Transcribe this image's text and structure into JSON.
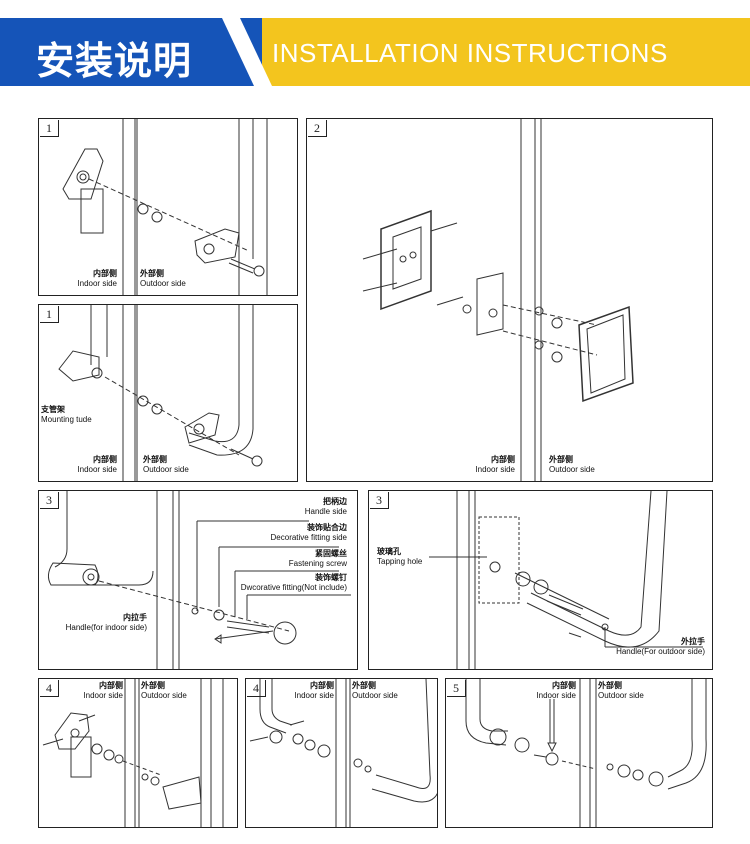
{
  "header": {
    "title_cn": "安装说明",
    "title_en": "INSTALLATION INSTRUCTIONS",
    "blue": "#1554b8",
    "yellow": "#f3c51e"
  },
  "panels": {
    "p1a": {
      "step": "1",
      "indoor_cn": "内部侧",
      "indoor_en": "Indoor side",
      "outdoor_cn": "外部侧",
      "outdoor_en": "Outdoor side"
    },
    "p1b": {
      "step": "1",
      "tube_cn": "支管架",
      "tube_en": "Mounting tude",
      "indoor_cn": "内部侧",
      "indoor_en": "Indoor side",
      "outdoor_cn": "外部侧",
      "outdoor_en": "Outdoor side"
    },
    "p2": {
      "step": "2",
      "indoor_cn": "内部侧",
      "indoor_en": "Indoor side",
      "outdoor_cn": "外部侧",
      "outdoor_en": "Outdoor side"
    },
    "p3a": {
      "step": "3",
      "handle_side_cn": "把柄边",
      "handle_side_en": "Handle side",
      "decor_cn": "装饰贴合边",
      "decor_en": "Decorative fitting side",
      "fasten_cn": "紧固螺丝",
      "fasten_en": "Fastening screw",
      "dwco_cn": "装饰螺钉",
      "dwco_en": "Dwcorative fitting(Not include)",
      "handle_in_cn": "内拉手",
      "handle_in_en": "Handle(for indoor side)"
    },
    "p3b": {
      "step": "3",
      "tap_cn": "玻璃孔",
      "tap_en": "Tapping hole",
      "handle_out_cn": "外拉手",
      "handle_out_en": "Handle(For outdoor side)"
    },
    "p4a": {
      "step": "4",
      "indoor_cn": "内部侧",
      "indoor_en": "Indoor side",
      "outdoor_cn": "外部侧",
      "outdoor_en": "Outdoor side"
    },
    "p4b": {
      "step": "4",
      "indoor_cn": "内部侧",
      "indoor_en": "Indoor side",
      "outdoor_cn": "外部侧",
      "outdoor_en": "Outdoor side"
    },
    "p5": {
      "step": "5",
      "indoor_cn": "内部侧",
      "indoor_en": "Indoor side",
      "outdoor_cn": "外部侧",
      "outdoor_en": "Outdoor side"
    }
  }
}
